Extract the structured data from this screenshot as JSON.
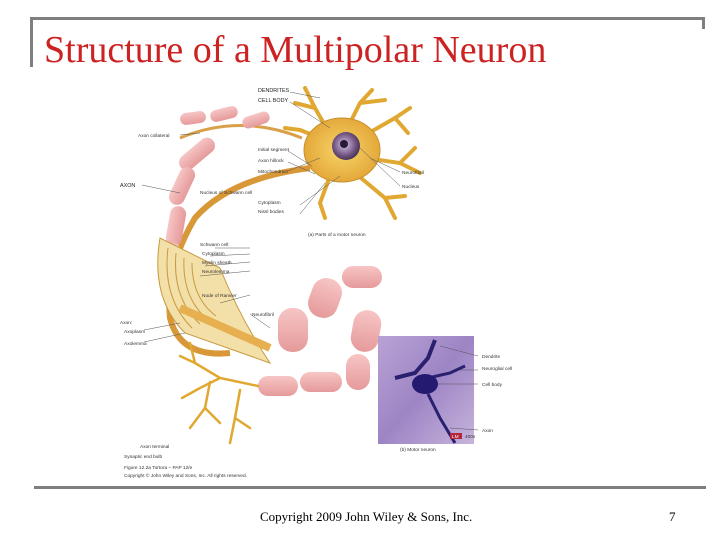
{
  "slide": {
    "title": "Structure of a Multipolar Neuron",
    "copyright": "Copyright 2009 John Wiley & Sons, Inc.",
    "page_number": "7"
  },
  "figure": {
    "labels_a": {
      "dendrites": "DENDRITES",
      "cell_body": "CELL BODY",
      "axon_collateral": "Axon collateral",
      "initial_segment": "Initial segment",
      "axon_hillock": "Axon hillock",
      "mitochondrion": "Mitochondrion",
      "neurofibril": "Neurofibril",
      "nucleus": "Nucleus",
      "axon": "AXON",
      "nucleus_schwann": "Nucleus of Schwann cell",
      "cytoplasm": "Cytoplasm",
      "nissl_bodies": "Nissl bodies",
      "parts_caption": "(a) Parts of a motor neuron",
      "schwann_cell": "Schwann cell:",
      "schwann_cytoplasm": "Cytoplasm",
      "myelin_sheath": "Myelin sheath",
      "neurolemma": "Neurolemma",
      "node_ranvier": "Node of Ranvier",
      "neurofibril_2": "Neurofibril",
      "axon_2": "Axon:",
      "axoplasm": "Axoplasm",
      "axolemma": "Axolemma",
      "axon_terminal": "Axon terminal",
      "synaptic_end_bulb": "Synaptic end bulb",
      "credit_1": "Figure 12.2a Tortora – PAP 12/e",
      "credit_2": "Copyright © John Wiley and Sons, Inc. All rights reserved."
    },
    "labels_b": {
      "dendrite": "Dendrite",
      "neuroglial_cell": "Neuroglial cell",
      "cell_body": "Cell body",
      "axon": "Axon",
      "lm_badge": "LM",
      "magnification": "400x",
      "caption": "(b) Motor neuron"
    }
  }
}
